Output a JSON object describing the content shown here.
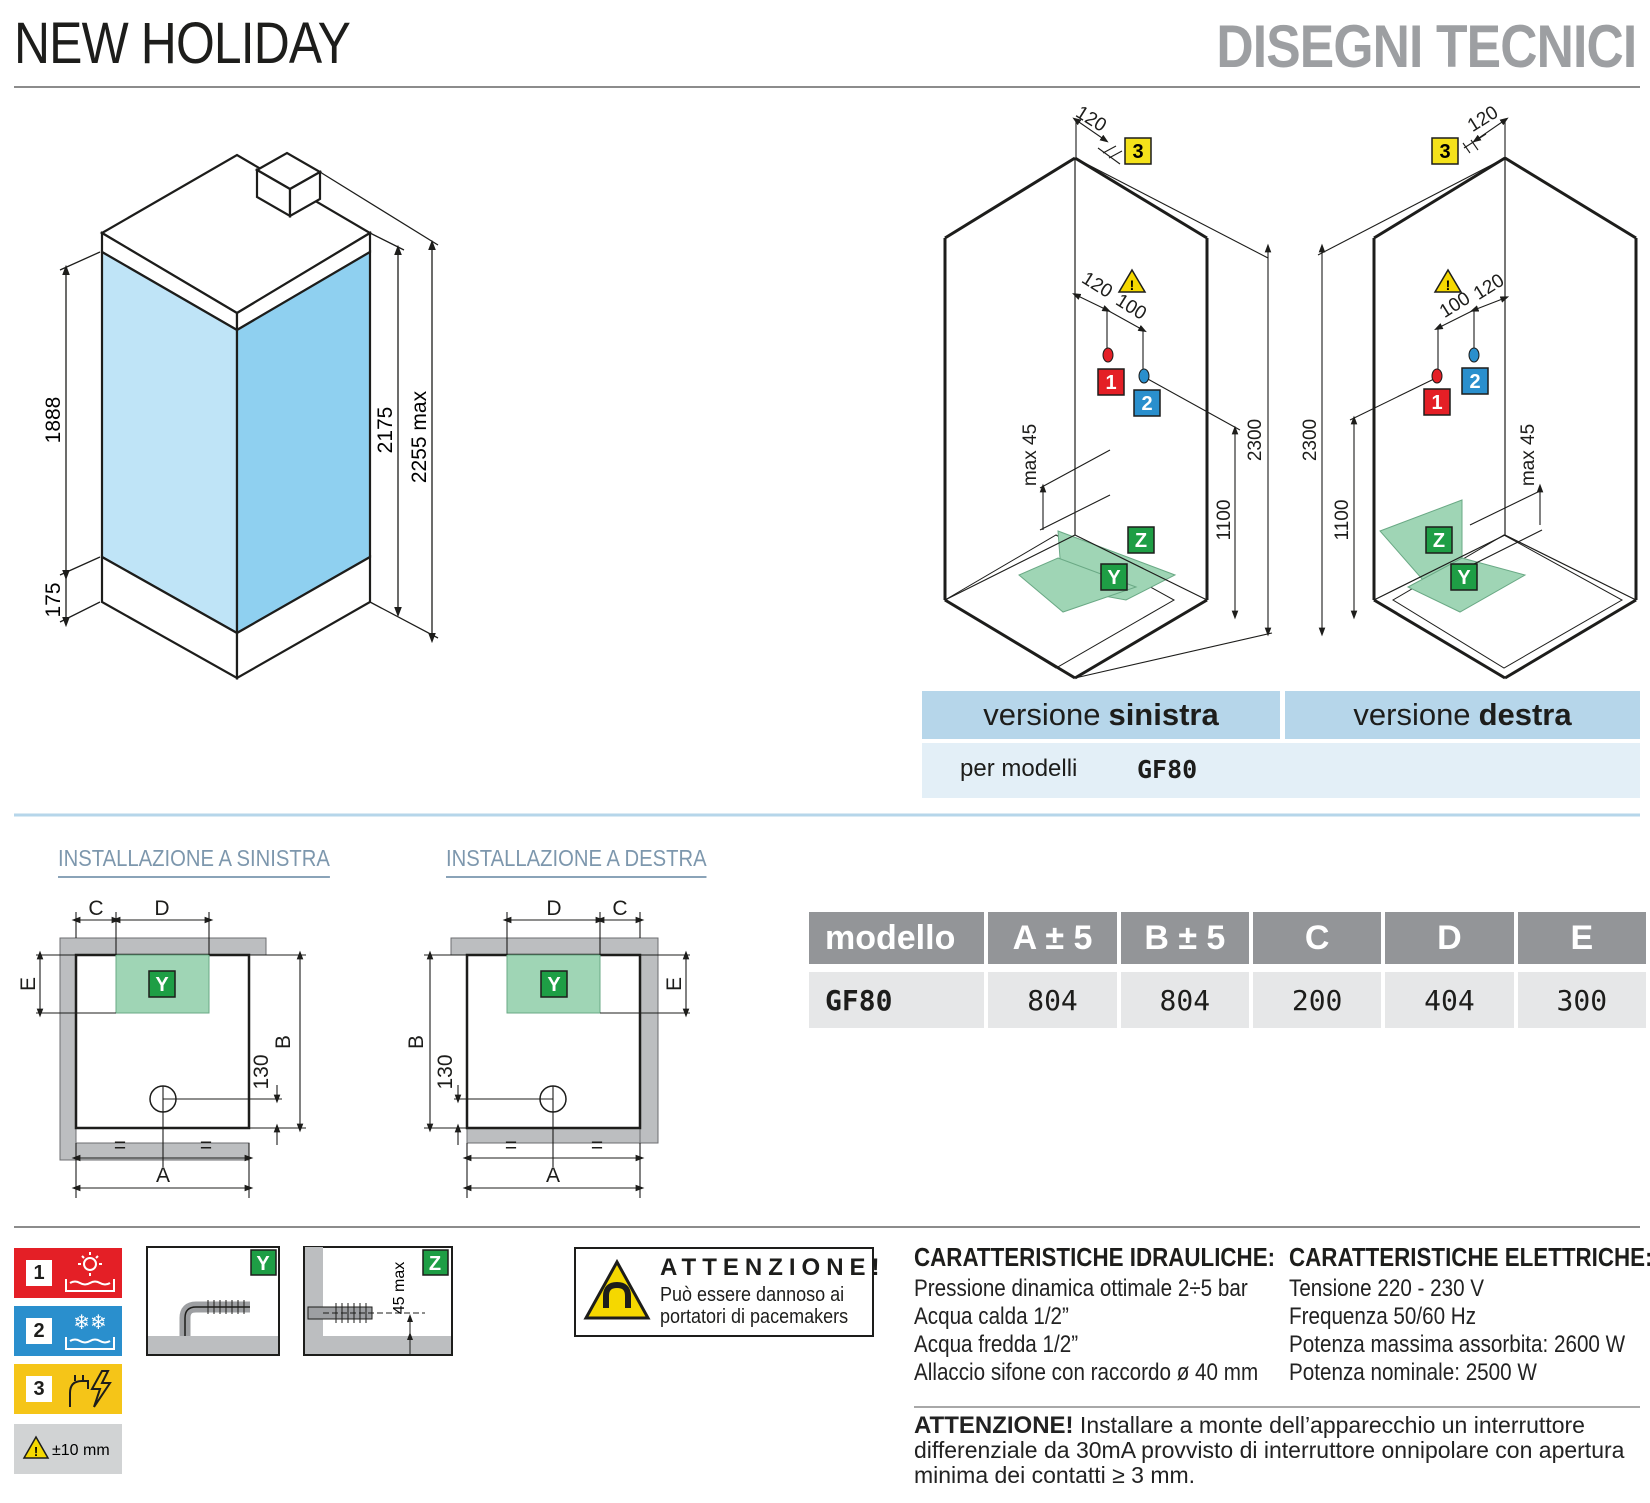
{
  "header": {
    "title": "NEW HOLIDAY",
    "section": "DISEGNI TECNICI"
  },
  "side_view": {
    "dims": {
      "total_glass": "1888",
      "base": "175",
      "height": "2175",
      "height_max": "2255 max"
    }
  },
  "wall_views": {
    "left": {
      "d120_top": "120",
      "d120": "120",
      "d100": "100",
      "max45": "max 45",
      "d1100": "1100",
      "d2300": "2300"
    },
    "right": {
      "d120_top": "120",
      "d120": "120",
      "d100": "100",
      "max45": "max 45",
      "d1100": "1100",
      "d2300": "2300"
    },
    "markers": {
      "m1": "1",
      "m2": "2",
      "m3": "3",
      "z": "Z",
      "y": "Y"
    }
  },
  "versions": {
    "left_prefix": "versione",
    "left_bold": "sinistra",
    "right_prefix": "versione",
    "right_bold": "destra",
    "models_label": "per modelli",
    "models_value": "GF80"
  },
  "plans": {
    "left_title": "INSTALLAZIONE A SINISTRA",
    "right_title": "INSTALLAZIONE A DESTRA",
    "labels": {
      "a": "A",
      "b": "B",
      "c": "C",
      "d": "D",
      "e": "E",
      "y": "Y",
      "eq": "=",
      "d130": "130"
    }
  },
  "spec_table": {
    "headers": [
      "modello",
      "A ± 5",
      "B ± 5",
      "C",
      "D",
      "E"
    ],
    "rows": [
      [
        "GF80",
        "804",
        "804",
        "200",
        "404",
        "300"
      ]
    ]
  },
  "legend": {
    "items": [
      {
        "num": "1",
        "color": "#e41f26",
        "icon": "hot-water-icon"
      },
      {
        "num": "2",
        "color": "#2a8fcd",
        "icon": "cold-water-icon"
      },
      {
        "num": "3",
        "color": "#f5c518",
        "icon": "electric-plug-icon"
      }
    ],
    "tolerance": "±10 mm",
    "y_label": "Y",
    "z_label": "Z",
    "z_dim": "45 max"
  },
  "warning_box": {
    "title": "ATTENZIONE!",
    "line1": "Può essere dannoso ai",
    "line2": "portatori di pacemakers"
  },
  "hydraulic": {
    "title": "CARATTERISTICHE IDRAULICHE:",
    "lines": [
      "Pressione dinamica ottimale 2÷5 bar",
      "Acqua calda 1/2”",
      "Acqua fredda 1/2”",
      "Allaccio sifone con raccordo ø 40 mm"
    ]
  },
  "electrical": {
    "title": "CARATTERISTICHE ELETTRICHE:",
    "lines": [
      "Tensione 220 - 230 V",
      "Frequenza 50/60 Hz",
      "Potenza massima assorbita: 2600 W",
      "Potenza nominale: 2500 W"
    ]
  },
  "note": {
    "bold": "ATTENZIONE!",
    "text": " Installare a monte dell’apparecchio un interruttore differenziale da 30mA provvisto di interruttore onnipolare con apertura minima dei contatti ≥ 3 mm."
  },
  "colors": {
    "glass_light": "#bfe4f7",
    "glass_dark": "#8fd0f0",
    "zone_green": "#9fd5b5",
    "badge_green": "#1e9e45",
    "table_header": "#939598",
    "version_bar": "#b6d6ea"
  }
}
